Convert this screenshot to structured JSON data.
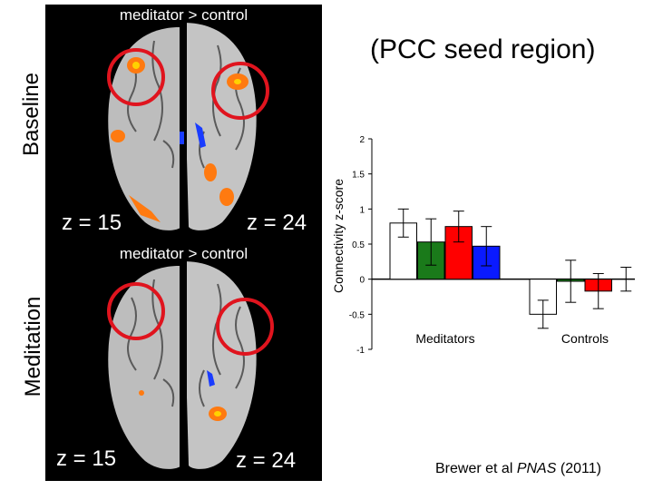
{
  "top_panel": {
    "title": "meditator > control",
    "z_left": "z = 15",
    "z_right": "z = 24"
  },
  "bottom_panel": {
    "title": "meditator > control",
    "z_left": "z = 15",
    "z_right": "z = 24"
  },
  "row_labels": {
    "top": "Baseline",
    "bottom": "Meditation"
  },
  "seed_title": "(PCC seed region)",
  "citation": {
    "authors": "Brewer et al",
    "journal": "PNAS",
    "year": "(2011)"
  },
  "colors": {
    "highlight_circle": "#e0141e",
    "activation": "#ff7a10",
    "deactivation": "#1a3cff"
  },
  "chart_data": {
    "type": "bar",
    "ylabel": "Connectivity z-score",
    "ylim": [
      -1,
      2
    ],
    "yticks": [
      -1,
      -0.5,
      0,
      0.5,
      1,
      1.5,
      2
    ],
    "ytick_labels": [
      "-1",
      "-0.5",
      "0",
      "0.5",
      "1",
      "1.5",
      "2"
    ],
    "categories": [
      "Meditators",
      "Controls"
    ],
    "series": [
      {
        "color": "#ffffff",
        "values": [
          0.8,
          -0.5
        ],
        "errors": [
          0.2,
          0.2
        ]
      },
      {
        "color": "#1a7a1a",
        "values": [
          0.53,
          -0.03
        ],
        "errors": [
          0.33,
          0.3
        ]
      },
      {
        "color": "#ff0000",
        "values": [
          0.75,
          -0.17
        ],
        "errors": [
          0.22,
          0.25
        ]
      },
      {
        "color": "#0a1aff",
        "values": [
          0.47,
          0.0
        ],
        "errors": [
          0.28,
          0.17
        ]
      }
    ]
  }
}
